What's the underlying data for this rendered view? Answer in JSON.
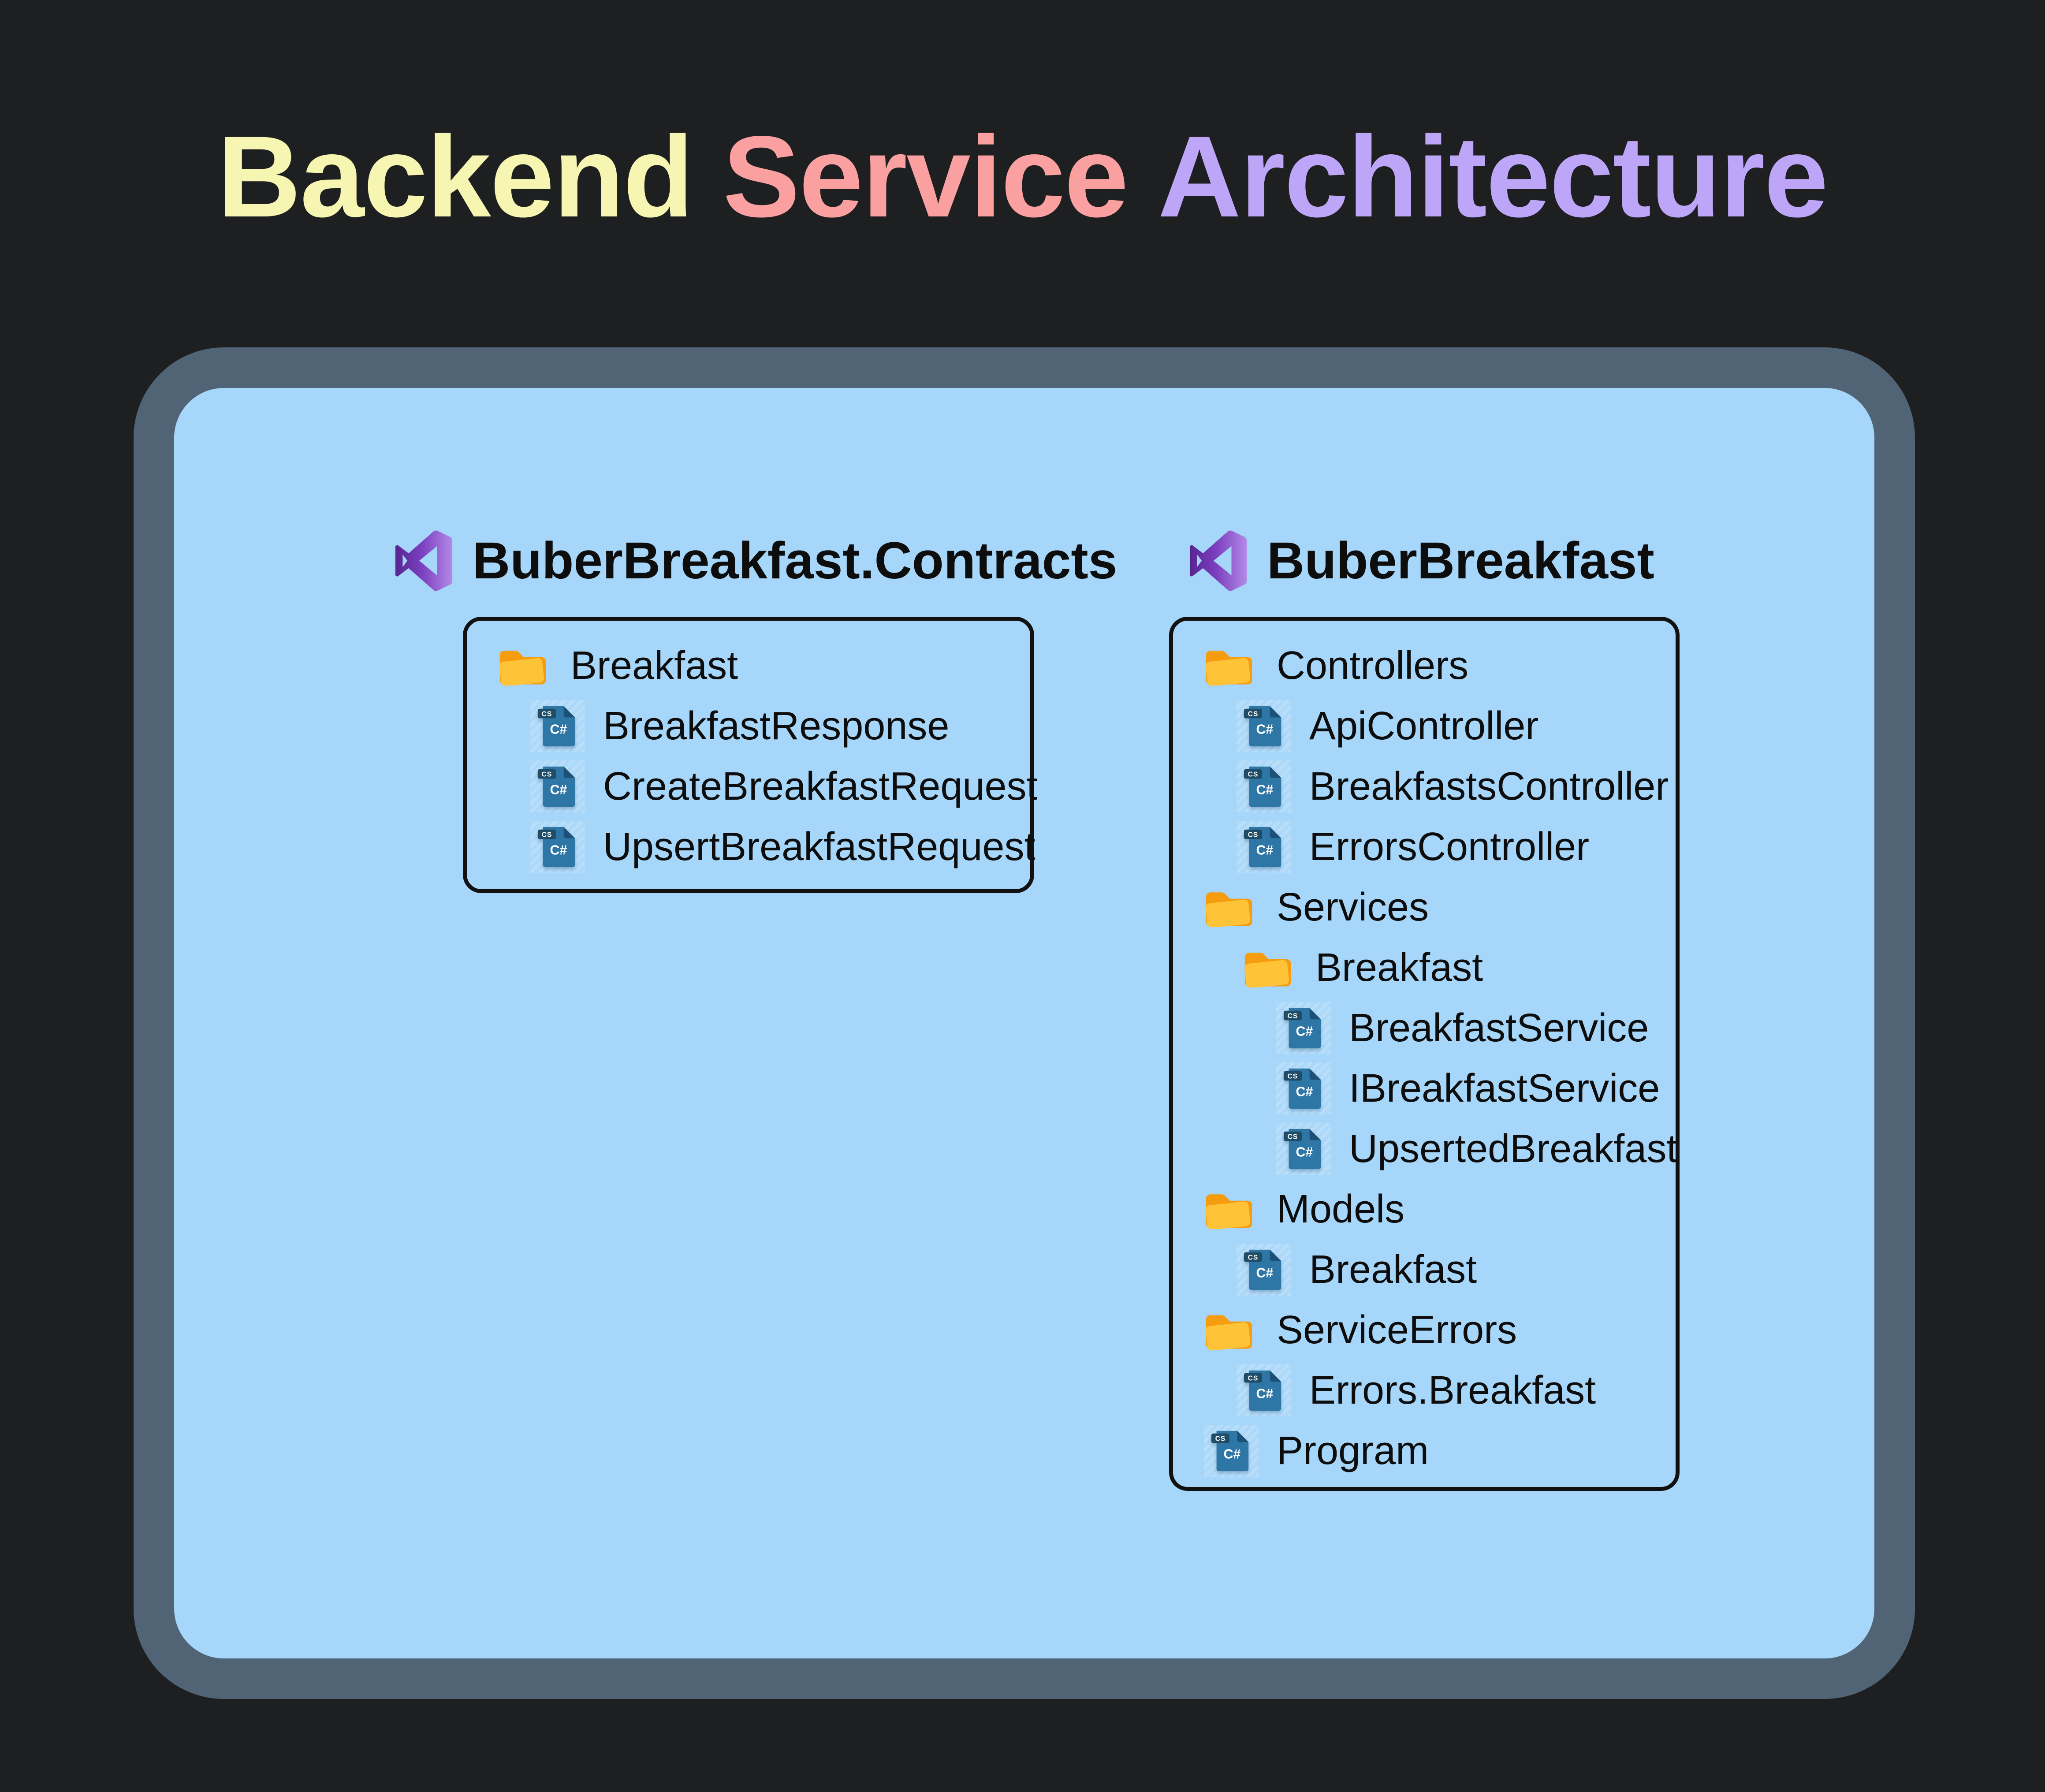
{
  "title": {
    "parts": [
      {
        "text": "Backend",
        "color": "#F6F6B2"
      },
      {
        "text": "Service",
        "color": "#FBA0A0"
      },
      {
        "text": "Architecture",
        "color": "#BDA6F8"
      }
    ]
  },
  "theme": {
    "background": "#1E1F21",
    "card_fill": "#A6D6F9",
    "card_border": "#506476",
    "box_border": "#111111",
    "text_color": "#0D0D0D"
  },
  "icons": {
    "visual_studio": {
      "name": "visual-studio-icon",
      "gradient": [
        "#52218A",
        "#7C3FBF",
        "#B389E8"
      ]
    },
    "folder": {
      "name": "folder-icon",
      "back_color": "#F59C0F",
      "front_color": "#FFC338"
    },
    "csharp_file": {
      "name": "csharp-file-icon",
      "badge": "CS",
      "label": "C#",
      "body_color": "#2E76A5",
      "fold_color": "#1D5077",
      "badge_color": "#1F4C66"
    }
  },
  "trees": [
    {
      "name": "BuberBreakfast.Contracts",
      "items": [
        {
          "type": "folder",
          "level": 0,
          "label": "Breakfast"
        },
        {
          "type": "file",
          "level": 1,
          "label": "BreakfastResponse"
        },
        {
          "type": "file",
          "level": 1,
          "label": "CreateBreakfastRequest"
        },
        {
          "type": "file",
          "level": 1,
          "label": "UpsertBreakfastRequest"
        }
      ]
    },
    {
      "name": "BuberBreakfast",
      "items": [
        {
          "type": "folder",
          "level": 0,
          "label": "Controllers"
        },
        {
          "type": "file",
          "level": 1,
          "label": "ApiController"
        },
        {
          "type": "file",
          "level": 1,
          "label": "BreakfastsController"
        },
        {
          "type": "file",
          "level": 1,
          "label": "ErrorsController"
        },
        {
          "type": "folder",
          "level": 0,
          "label": "Services"
        },
        {
          "type": "folder",
          "level": 1,
          "label": "Breakfast"
        },
        {
          "type": "file",
          "level": 2,
          "label": "BreakfastService"
        },
        {
          "type": "file",
          "level": 2,
          "label": "IBreakfastService"
        },
        {
          "type": "file",
          "level": 2,
          "label": "UpsertedBreakfast"
        },
        {
          "type": "folder",
          "level": 0,
          "label": "Models"
        },
        {
          "type": "file",
          "level": 1,
          "label": "Breakfast"
        },
        {
          "type": "folder",
          "level": 0,
          "label": "ServiceErrors"
        },
        {
          "type": "file",
          "level": 1,
          "label": "Errors.Breakfast"
        },
        {
          "type": "file",
          "level": 0,
          "label": "Program"
        }
      ]
    }
  ]
}
